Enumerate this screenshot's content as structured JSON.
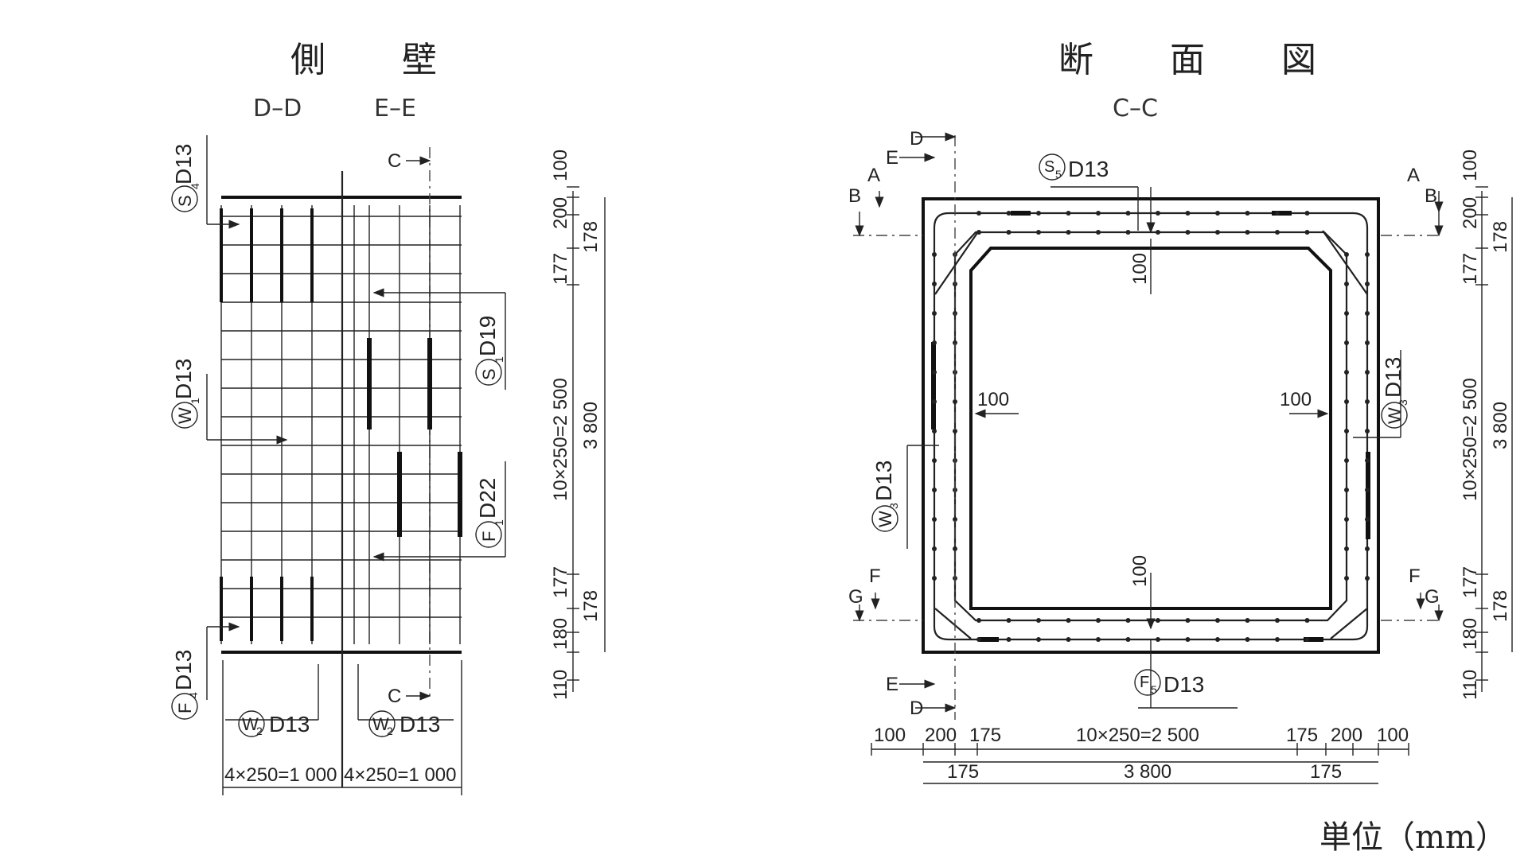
{
  "titles": {
    "side_wall": "側　壁",
    "section": "断　面　図",
    "dd": "D–D",
    "ee": "E–E",
    "cc": "C–C",
    "unit": "単位（mm）"
  },
  "bar_marks": {
    "s4": {
      "sym": "S",
      "sub": "4",
      "size": "D13"
    },
    "w1": {
      "sym": "W",
      "sub": "1",
      "size": "D13"
    },
    "f4": {
      "sym": "F",
      "sub": "4",
      "size": "D13"
    },
    "s1": {
      "sym": "S",
      "sub": "1",
      "size": "D19"
    },
    "f1": {
      "sym": "F",
      "sub": "1",
      "size": "D22"
    },
    "w2a": {
      "sym": "W",
      "sub": "2",
      "size": "D13"
    },
    "w2b": {
      "sym": "W",
      "sub": "2",
      "size": "D13"
    },
    "s5": {
      "sym": "S",
      "sub": "5",
      "size": "D13"
    },
    "w3l": {
      "sym": "W",
      "sub": "3",
      "size": "D13"
    },
    "w3r": {
      "sym": "W",
      "sub": "3",
      "size": "D13"
    },
    "f5": {
      "sym": "F",
      "sub": "5",
      "size": "D13"
    }
  },
  "left_vertical_dims": [
    "100",
    "200",
    "178",
    "177",
    "10×250=2 500",
    "3 800",
    "177",
    "178",
    "180",
    "110"
  ],
  "right_vertical_dims": [
    "100",
    "200",
    "178",
    "177",
    "10×250=2 500",
    "3 800",
    "177",
    "178",
    "180",
    "110"
  ],
  "left_bottom_dims": [
    "4×250=1 000",
    "4×250=1 000"
  ],
  "section_bottom_dims": [
    "100",
    "200",
    "175",
    "10×250=2 500",
    "175",
    "200",
    "100",
    "175",
    "175",
    "3 800"
  ],
  "section_inner_dims": [
    "100",
    "100",
    "100",
    "100"
  ],
  "cut_labels": {
    "c_top": "C",
    "c_bottom": "C",
    "a_left": "A",
    "a_right": "A",
    "b_left": "B",
    "b_right": "B",
    "d_top": "D",
    "e_top": "E",
    "d_bot": "D",
    "e_bot": "E",
    "f_left": "F",
    "f_right": "F",
    "g_left": "G",
    "g_right": "G"
  }
}
